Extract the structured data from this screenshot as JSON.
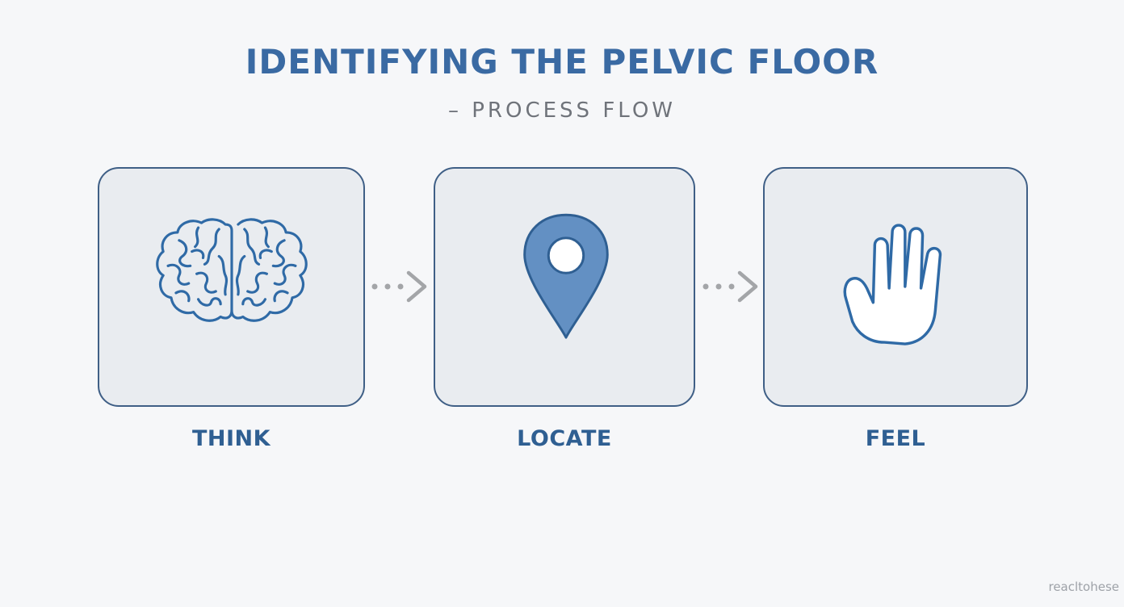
{
  "title": "IDENTIFYING THE PELVIC FLOOR",
  "subtitle": "– PROCESS FLOW",
  "steps": [
    {
      "label": "THINK",
      "icon": "brain-icon"
    },
    {
      "label": "LOCATE",
      "icon": "location-pin-icon"
    },
    {
      "label": "FEEL",
      "icon": "hand-icon"
    }
  ],
  "watermark": "reacltohese",
  "colors": {
    "title": "#3a6aa3",
    "subtitle": "#6f737a",
    "label": "#2f5f92",
    "card_border": "#3f5f86",
    "card_fill": "#e9ecf0",
    "icon_stroke": "#2f6aa6",
    "pin_fill": "#6390c3",
    "arrow": "#a3a5a8",
    "background": "#f6f7f9"
  }
}
